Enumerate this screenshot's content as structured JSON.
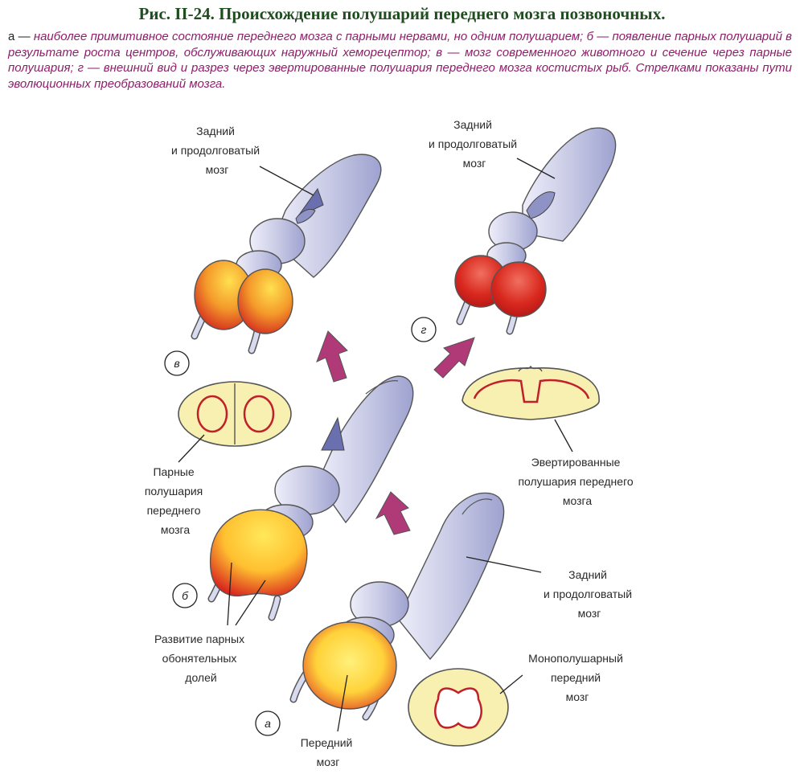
{
  "title": "Рис. II-24. Происхождение полушарий переднего мозга позвоночных.",
  "caption": {
    "first_letter": "а —",
    "text": " наиболее примитивное состояние переднего мозга с парными нервами, но одним полушарием; б — появление парных полушарий в результате роста центров, обслуживающих наружный хеморецептор; в — мозг современного животного и сечение через парные полушария; г — внешний вид и разрез через эвертированные полушария переднего мозга костистых рыб. Стрелками показаны пути эволюционных преобразований мозга."
  },
  "labels": {
    "v_hind": [
      "Задний",
      "и продолговатый",
      "мозг"
    ],
    "g_hind": [
      "Задний",
      "и продолговатый",
      "мозг"
    ],
    "a_hind": [
      "Задний",
      "и продолговатый",
      "мозг"
    ],
    "paired": [
      "Парные",
      "полушария",
      "переднего",
      "мозга"
    ],
    "everted": [
      "Эвертированные",
      "полушария переднего",
      "мозга"
    ],
    "olfactory": [
      "Развитие парных",
      "обонятельных",
      "долей"
    ],
    "mono": [
      "Монополушарный",
      "передний",
      "мозг"
    ],
    "forebrain": [
      "Передний",
      "мозг"
    ]
  },
  "letters": {
    "a": "а",
    "b": "б",
    "v": "в",
    "g": "г"
  },
  "colors": {
    "brain_body": "#c9cbe6",
    "brain_shadow": "#8e92c4",
    "hemisphere_yellow": "#ffd23a",
    "hemisphere_red": "#d9281e",
    "arrow": "#b03a78",
    "section_fill": "#f7f0b0",
    "section_line": "#c0202a"
  }
}
